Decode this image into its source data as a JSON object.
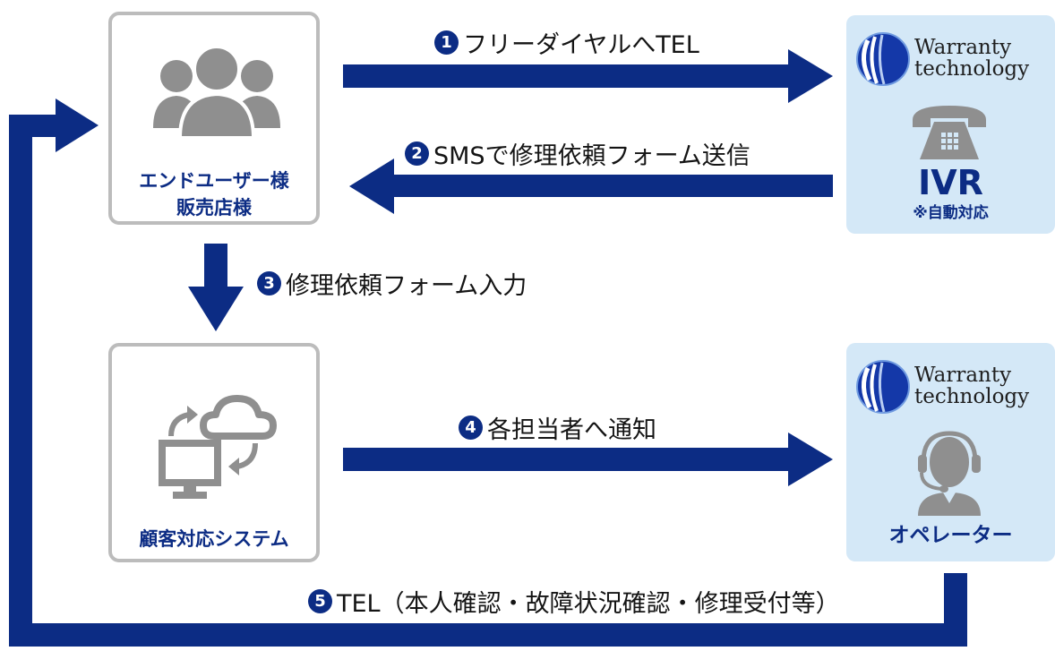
{
  "colors": {
    "navy": "#0c2c84",
    "gray": "#8f8f8f",
    "panel": "#d4e8f7",
    "border": "#bcbcbc"
  },
  "customer_box": {
    "line1": "エンドユーザー様",
    "line2": "販売店様",
    "icon": "users-icon"
  },
  "system_box": {
    "label": "顧客対応システム",
    "icon": "cloud-computer-sync-icon"
  },
  "ivr_panel": {
    "brand_line1": "Warranty",
    "brand_line2": "technology",
    "title": "IVR",
    "note": "※自動対応",
    "icon": "telephone-icon"
  },
  "operator_panel": {
    "brand_line1": "Warranty",
    "brand_line2": "technology",
    "label": "オペレーター",
    "icon": "headset-operator-icon"
  },
  "steps": [
    {
      "num": "1",
      "text": "フリーダイヤルへTEL"
    },
    {
      "num": "2",
      "text": "SMSで修理依頼フォーム送信"
    },
    {
      "num": "3",
      "text": "修理依頼フォーム入力"
    },
    {
      "num": "4",
      "text": "各担当者へ通知"
    },
    {
      "num": "5",
      "text": "TEL（本人確認・故障状況確認・修理受付等）"
    }
  ]
}
